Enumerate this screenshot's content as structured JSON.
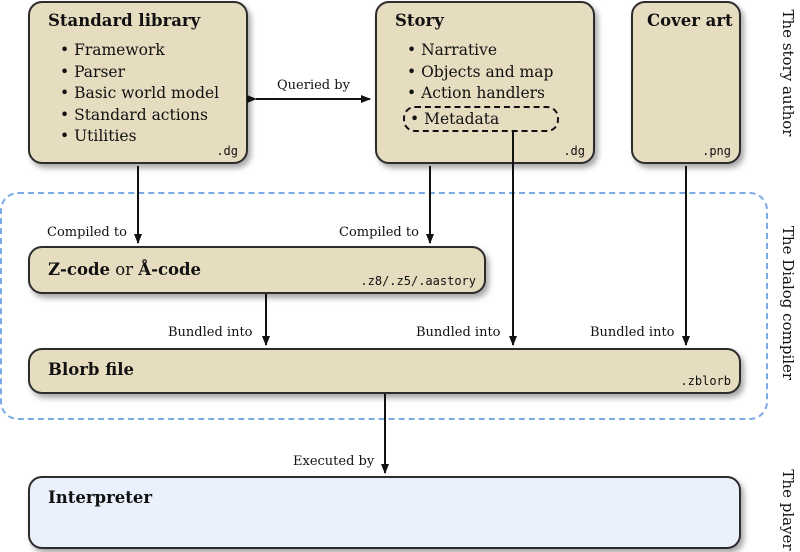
{
  "standard_library": {
    "title": "Standard library",
    "items": [
      "Framework",
      "Parser",
      "Basic world model",
      "Standard actions",
      "Utilities"
    ],
    "ext": ".dg"
  },
  "story": {
    "title": "Story",
    "items": [
      "Narrative",
      "Objects and map",
      "Action handlers"
    ],
    "metadata": "Metadata",
    "ext": ".dg"
  },
  "cover_art": {
    "title": "Cover art",
    "ext": ".png"
  },
  "zcode": {
    "title_bold1": "Z-code",
    "title_plain": " or ",
    "title_bold2": "Å-code",
    "ext": ".z8/.z5/.aastory"
  },
  "blorb": {
    "title": "Blorb file",
    "ext": ".zblorb"
  },
  "interpreter": {
    "title": "Interpreter"
  },
  "edges": {
    "queried_by": "Queried by",
    "compiled_to": "Compiled to",
    "bundled_into": "Bundled into",
    "executed_by": "Executed by"
  },
  "sides": {
    "author": "The story author",
    "compiler": "The Dialog compiler",
    "player": "The player"
  },
  "colors": {
    "box_fill": "#e6dcc0",
    "interpreter_fill": "#eaf1fc",
    "group_border": "#7aaae6"
  }
}
